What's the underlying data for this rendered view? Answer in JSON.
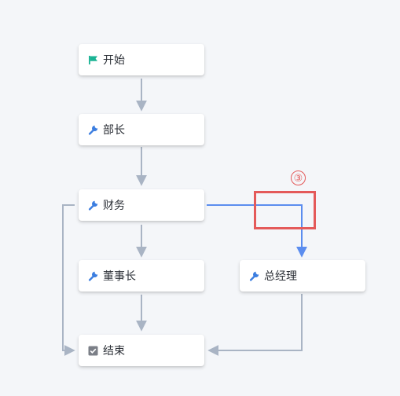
{
  "nodes": {
    "start": {
      "label": "开始",
      "icon": "flag-icon"
    },
    "dept_head": {
      "label": "部长",
      "icon": "wrench-icon"
    },
    "finance": {
      "label": "财务",
      "icon": "wrench-icon"
    },
    "chairman": {
      "label": "董事长",
      "icon": "wrench-icon"
    },
    "gm": {
      "label": "总经理",
      "icon": "wrench-icon"
    },
    "end": {
      "label": "结束",
      "icon": "checkbox-icon"
    }
  },
  "annotation": {
    "marker": "③"
  },
  "colors": {
    "edge_default": "#a9b4c4",
    "edge_selected": "#5b8def",
    "flag": "#1ab394",
    "wrench": "#3c7ee0",
    "checkbox": "#7b7f87",
    "annotation": "#e45a5a"
  }
}
